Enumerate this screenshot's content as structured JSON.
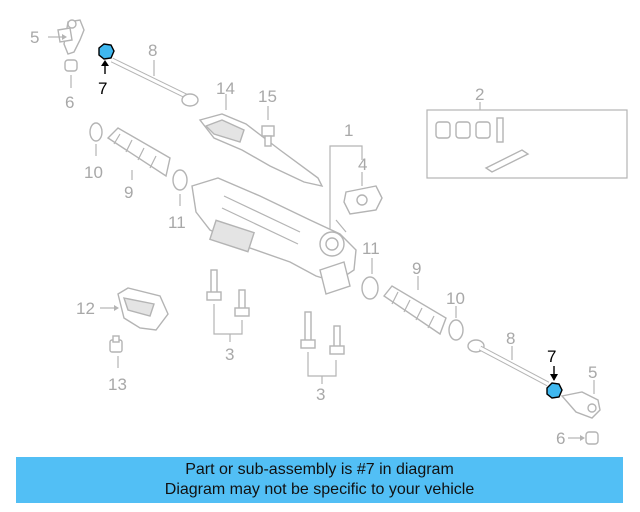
{
  "colors": {
    "banner_background": "#52bff5",
    "highlight_part": "#3fb8f0",
    "diagram_gray": "#b4b4b4"
  },
  "callouts": {
    "c5_top": "5",
    "c6_top": "6",
    "c7_top": "7",
    "c8_top": "8",
    "c14": "14",
    "c15": "15",
    "c1": "1",
    "c2": "2",
    "c4": "4",
    "c10_left": "10",
    "c9_left": "9",
    "c11_left": "11",
    "c11_right": "11",
    "c9_right": "9",
    "c10_right": "10",
    "c12": "12",
    "c13": "13",
    "c3_left": "3",
    "c3_right": "3",
    "c8_right": "8",
    "c7_right": "7",
    "c5_right": "5",
    "c6_right": "6"
  },
  "banner": {
    "line1": "Part or sub-assembly is #7 in diagram",
    "line2": "Diagram may not be specific to your vehicle"
  }
}
